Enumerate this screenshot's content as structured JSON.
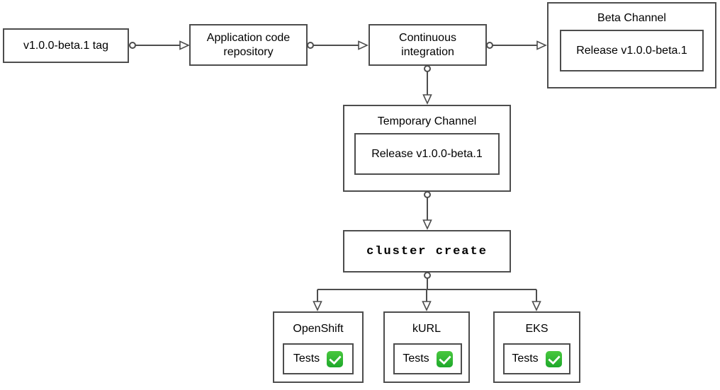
{
  "diagram": {
    "background": "#ffffff",
    "colors": {
      "node_border": "#4d4d4d",
      "node_fill": "#ffffff",
      "text": "#000000",
      "connector": "#4d4d4d",
      "check_green": "#2eb52e",
      "check_mark": "#ffffff"
    },
    "nodes": {
      "tag": {
        "label": "v1.0.0-beta.1 tag"
      },
      "repo": {
        "label": "Application code repository"
      },
      "ci": {
        "label": "Continuous integration"
      },
      "beta_channel": {
        "title": "Beta Channel",
        "release_label": "Release v1.0.0-beta.1"
      },
      "temp_channel": {
        "title": "Temporary Channel",
        "release_label": "Release v1.0.0-beta.1"
      },
      "cluster_create": {
        "label": "cluster create"
      },
      "openshift": {
        "title": "OpenShift",
        "tests_label": "Tests",
        "status_icon": "check-mark-button"
      },
      "kurl": {
        "title": "kURL",
        "tests_label": "Tests",
        "status_icon": "check-mark-button"
      },
      "eks": {
        "title": "EKS",
        "tests_label": "Tests",
        "status_icon": "check-mark-button"
      }
    }
  }
}
